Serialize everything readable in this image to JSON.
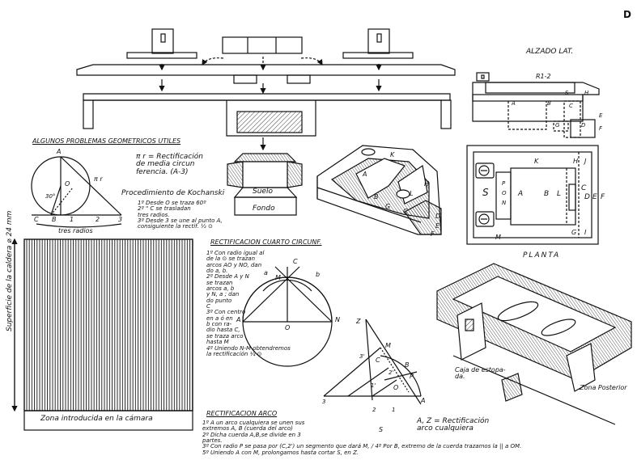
{
  "sheet_letter": "D",
  "views": {
    "side_elevation": "ALZADO LAT.",
    "plan": "PLANTA",
    "rear_zone": "Zona Posterior",
    "stuffing_box": "Caja de estopa-\nda."
  },
  "problems": {
    "title": "ALGUNOS PROBLEMAS GEOMETRICOS UTILES",
    "formula": "π r = Rectificación\nde media circun\nferencia. (A-3)",
    "kochanski_title": "Procedimiento de Kochanski",
    "kochanski_steps": "1º Desde O se traza 60º\n2º \" C se trasladan\ntres radios.\n3º Desde 3 se une al punto A,\nconsiguiente la rectif. ½ ⊙",
    "three_radii": "tres radios"
  },
  "boiler": {
    "surface_label": "Superficie de la caldera ⌀ 24 mm",
    "chamber_zone": "Zona introducida en la cámara",
    "suelo": "Suelo",
    "fondo": "Fondo"
  },
  "quarter_circ": {
    "title": "RECTIFICACION CUARTO CIRCUNF.",
    "steps": "1º Con radio igual al\nde la ⊙ se trazan\narcos AO y NO, dan\ndo a, b.\n2º Desde A y N\nse trazan\narcos a, b\ny N, a ; dan\ndo punto\nC\n3º Con centro\nen a ó en\nb con ra-\ndio hasta C,\nse traza arco\nhasta M\n4º Uniendo N-M obtendremos\nla rectificación ¼ ⊙"
  },
  "arc": {
    "title": "RECTIFICACION ARCO",
    "steps": "1º A un arco cualquiera se unen sus\nextremos A, B (cuerda del arco)\n2º Dicha cuerda A,B,se divide en 3\npartes.\n3º Con radio P se pasa por (C,2') un segmento que dará M, / 4º Por B, extremo de la cuerda trazamos la || a OM.\n5º Uniendo A con M, prolongamos hasta cortar S, en Z.",
    "result": "A, Z = Rectificación\narco cualquiera"
  },
  "plan_letters": [
    "K",
    "H",
    "J",
    "S",
    "P",
    "O",
    "N",
    "A",
    "B",
    "L",
    "C",
    "D",
    "E",
    "F",
    "M",
    "G",
    "I"
  ],
  "elev_labels": [
    "R1-2",
    "A",
    "B",
    "C",
    "D",
    "E",
    "F",
    "G",
    "S",
    "H"
  ],
  "iso_labels": [
    "K",
    "H",
    "A",
    "B",
    "L",
    "C",
    "D",
    "E",
    "F",
    "G"
  ],
  "kochanski_labels": [
    "A",
    "O",
    "C",
    "B",
    "1",
    "2",
    "3",
    "π r",
    "30°"
  ],
  "quarter_labels": [
    "A",
    "M",
    "C",
    "a",
    "b",
    "O",
    "N"
  ],
  "arc_labels": [
    "Z",
    "M",
    "S",
    "B",
    "C",
    "P",
    "O",
    "A",
    "1",
    "2",
    "3",
    "3'",
    "2'",
    "1'"
  ]
}
